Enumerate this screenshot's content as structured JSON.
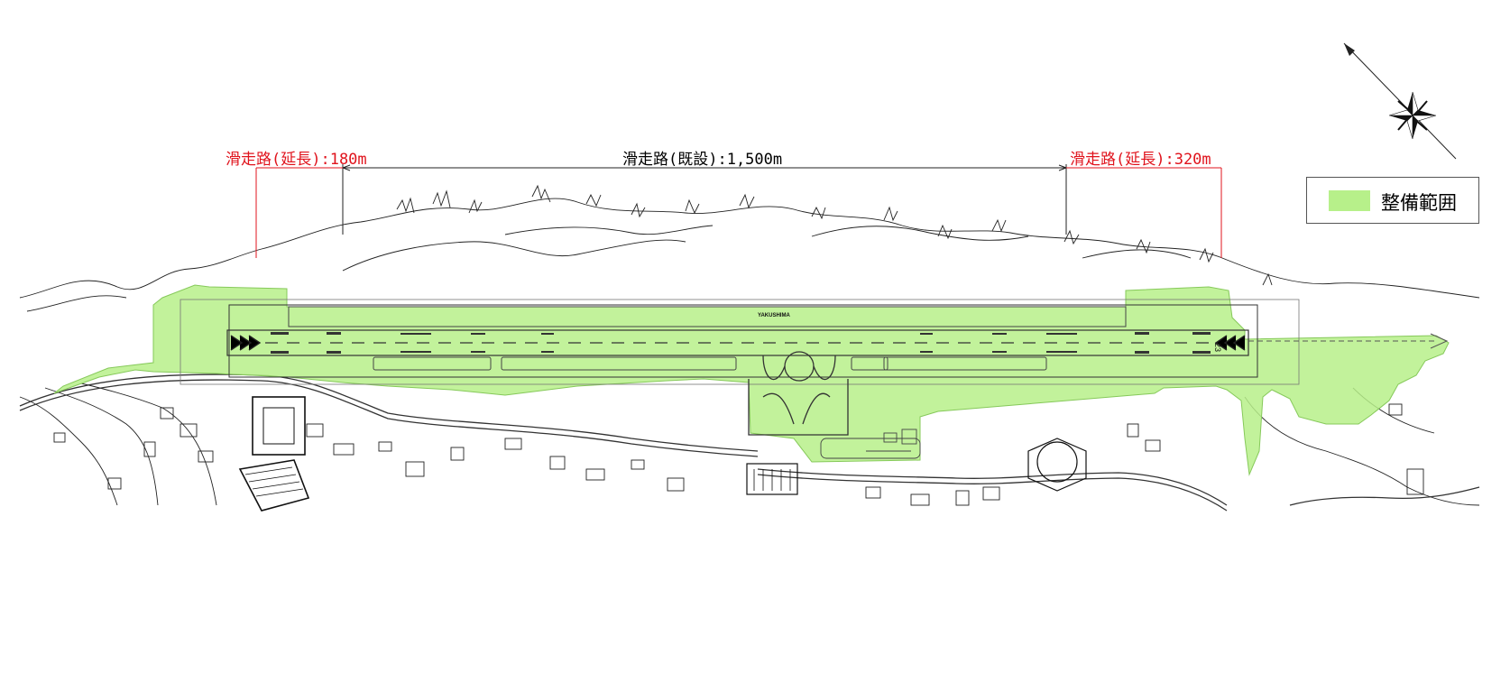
{
  "dimension_labels": {
    "extension_west": "滑走路(延長):180m",
    "existing": "滑走路(既設):1,500m",
    "extension_east": "滑走路(延長):320m"
  },
  "runway_name": "YAKUSHIMA",
  "runway_designators": {
    "west": "",
    "east": "23"
  },
  "legend": {
    "label": "整備範囲",
    "swatch_color": "#b7f08a"
  },
  "colors": {
    "extension_labels": "#e0131c",
    "existing_label": "#000000",
    "development_area": "#b7f08a",
    "linework": "#222222"
  },
  "icons": {
    "north_arrow": "compass-rose-icon"
  }
}
